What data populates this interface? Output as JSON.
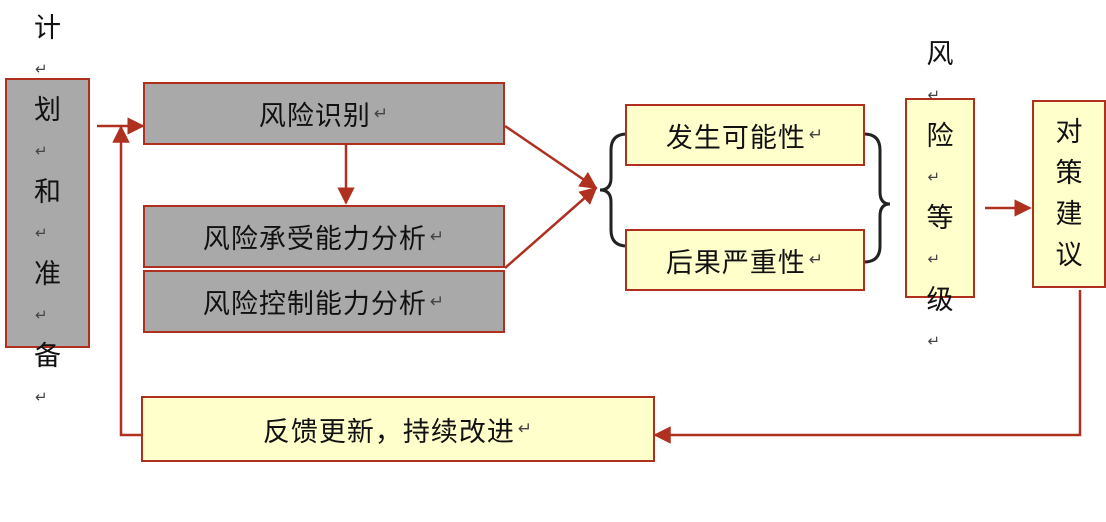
{
  "plan": {
    "chars": [
      "计",
      "划",
      "和",
      "准",
      "备"
    ]
  },
  "identify": {
    "label": "风险识别"
  },
  "bear": {
    "label": "风险承受能力分析"
  },
  "control": {
    "label": "风险控制能力分析"
  },
  "possibility": {
    "label": "发生可能性"
  },
  "severity": {
    "label": "后果严重性"
  },
  "level": {
    "chars": [
      "风",
      "险",
      "等",
      "级"
    ]
  },
  "advice": {
    "chars": [
      "对",
      "策",
      "建",
      "议"
    ]
  },
  "feedback": {
    "label": "反馈更新，持续改进"
  },
  "mark": "↵",
  "colors": {
    "box_border": "#b03020",
    "arrow": "#b03020",
    "gray_fill": "#a9a9a9",
    "yellow_fill": "#ffffcc"
  }
}
